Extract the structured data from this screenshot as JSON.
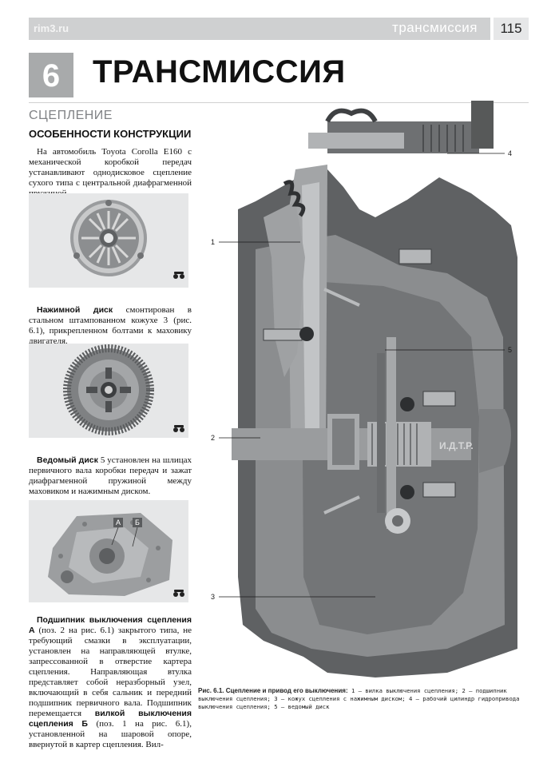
{
  "header": {
    "site": "rim3.ru",
    "section": "трансмиссия",
    "page_number": "115"
  },
  "chapter": {
    "number": "6",
    "title": "ТРАНСМИССИЯ"
  },
  "section_title": "СЦЕПЛЕНИЕ",
  "subsection_title": "ОСОБЕННОСТИ КОНСТРУКЦИИ",
  "intro": "На автомобиль Toyota Corolla E160 с механической коробкой передач устанавливают однодисковое сцепление сухого типа с центральной диафрагменной пружиной.",
  "pressure_disc": {
    "bold": "Нажимной диск",
    "text": " смонтирован в стальном штампованном кожухе 3 (рис. 6.1), прикрепленном болтами к маховику двигателя."
  },
  "driven_disc": {
    "bold": "Ведомый диск",
    "text": " 5 установлен на шлицах первичного вала коробки передач и зажат диафрагменной пружиной между маховиком и нажимным диском."
  },
  "bearing": {
    "bold1": "Подшипник выключения сцепления А",
    "text1": " (поз. 2 на рис. 6.1) закрытого типа, не требующий смазки в эксплуатации, установлен на направляющей втулке, запрессованной в отверстие картера сцепления. Направляющая втулка представляет собой неразборный узел, включающий в себя сальник и передний подшипник первичного вала. Подшипник перемещается ",
    "bold2": "вилкой выключения сцепления Б",
    "text2": " (поз. 1 на рис. 6.1), установленной на шаровой опоре, ввернутой в картер сцепления. Вил-"
  },
  "photo3_labels": [
    "А",
    "Б"
  ],
  "figure": {
    "callouts": [
      "1",
      "2",
      "3",
      "4",
      "5"
    ],
    "watermark": "И.Д.Т.Р.",
    "caption_label": "Рис. 6.1. Сцепление и привод его выключения:",
    "caption_text": " 1 – вилка выключения сцепления; 2 – подшипник выключения сцепления; 3 – кожух сцепления с нажимным диском; 4 – рабочий цилиндр гидропривода выключения сцепления; 5 – ведомый диск"
  }
}
